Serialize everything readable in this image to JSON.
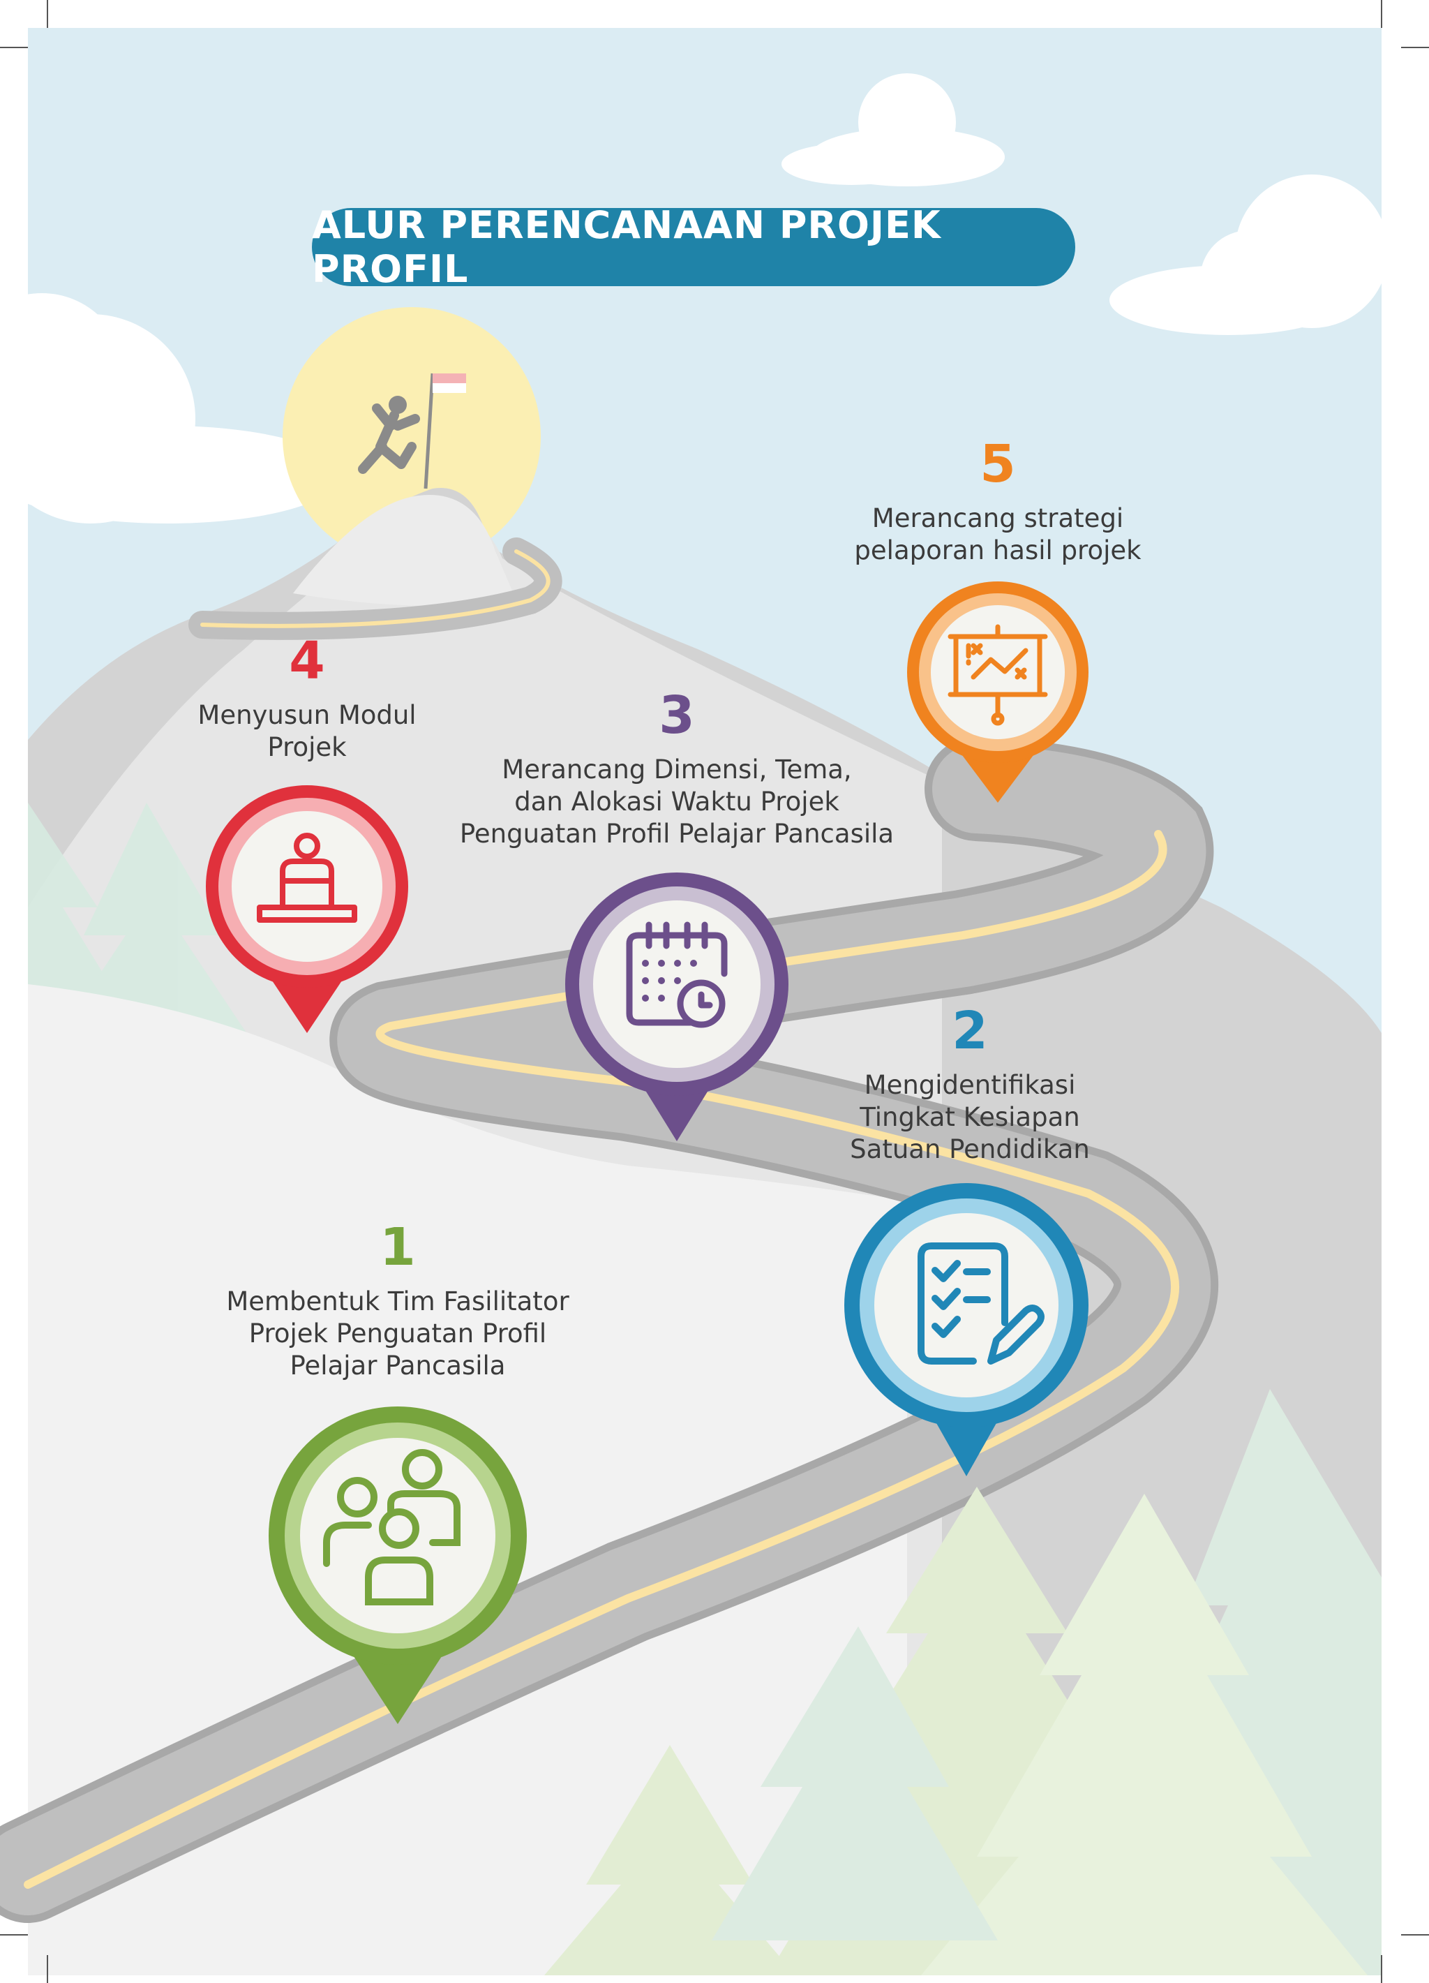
{
  "title": "ALUR PERENCANAAN PROJEK PROFIL",
  "colors": {
    "sky": "#dbecf3",
    "title_bg": "#1f83a8",
    "step1": "#77a43d",
    "step2": "#2087b7",
    "step3": "#6c4f8b",
    "step4": "#e0313c",
    "step5": "#f0831f",
    "road": "#bdbdbd",
    "road_line": "#fbe3a3"
  },
  "steps": [
    {
      "number": "1",
      "lines": [
        "Membentuk Tim Fasilitator",
        "Projek Penguatan Profil",
        "Pelajar Pancasila"
      ],
      "icon": "team-icon"
    },
    {
      "number": "2",
      "lines": [
        "Mengidentifikasi",
        "Tingkat Kesiapan",
        "Satuan Pendidikan"
      ],
      "icon": "checklist-icon"
    },
    {
      "number": "3",
      "lines": [
        "Merancang Dimensi, Tema,",
        "dan Alokasi Waktu Projek",
        "Penguatan Profil Pelajar Pancasila"
      ],
      "icon": "calendar-icon"
    },
    {
      "number": "4",
      "lines": [
        "Menyusun Modul",
        "Projek"
      ],
      "icon": "laptop-user-icon"
    },
    {
      "number": "5",
      "lines": [
        "Merancang strategi",
        "pelaporan hasil projek"
      ],
      "icon": "presentation-board-icon"
    }
  ]
}
